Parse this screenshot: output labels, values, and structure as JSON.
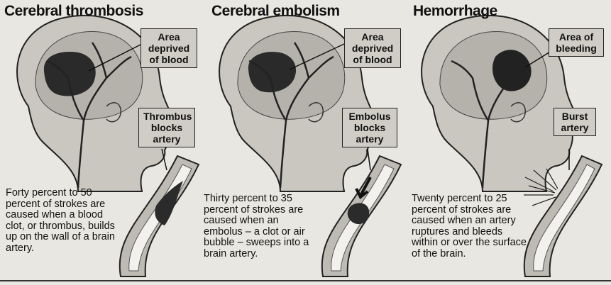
{
  "panels": [
    {
      "title": "Cerebral thrombosis",
      "callout_top": "Area deprived of blood",
      "callout_bottom": "Thrombus blocks artery",
      "description": "Forty percent to 50 percent of strokes are caused when a blood clot, or thrombus, builds up on the wall of a brain artery."
    },
    {
      "title": "Cerebral embolism",
      "callout_top": "Area deprived of blood",
      "callout_bottom": "Embolus blocks artery",
      "description": "Thirty percent to 35 percent of strokes are caused when an embolus – a clot or air bubble – sweeps into a brain artery."
    },
    {
      "title": "Hemorrhage",
      "callout_top": "Area of bleeding",
      "callout_bottom": "Burst artery",
      "description": "Twenty percent to 25 percent of strokes are caused when an artery ruptures and bleeds within or over the surface of the brain."
    }
  ]
}
